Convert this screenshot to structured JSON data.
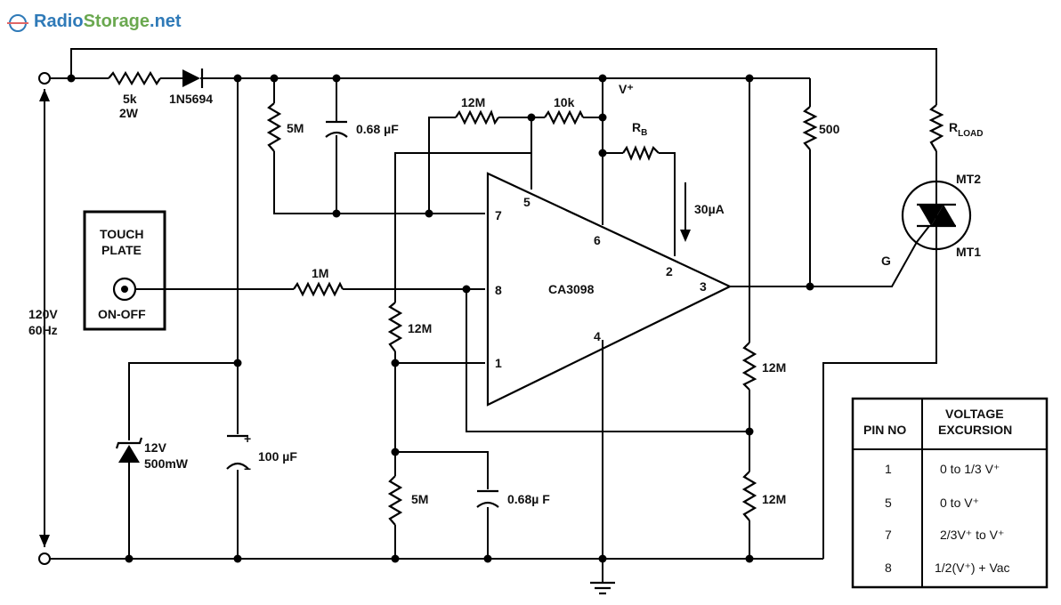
{
  "brand": {
    "name_a": "Radio",
    "name_b": "Storage",
    "name_c": ".net"
  },
  "labels": {
    "r_5k_value": "5k",
    "r_5k_power": "2W",
    "diode": "1N5694",
    "r_5m_top": "5M",
    "c_top": "0.68 µF",
    "r_12m_top": "12M",
    "r_10k": "10k",
    "vplus": "V⁺",
    "rset": "R",
    "rset_sub": "B",
    "current": "30µA",
    "r_500": "500",
    "rload": "R",
    "rload_sub": "LOAD",
    "mt2": "MT2",
    "mt1": "MT1",
    "gate": "G",
    "touch_line1": "TOUCH",
    "touch_line2": "PLATE",
    "touch_line3": "ON-OFF",
    "r_1m": "1M",
    "ic": "CA3098",
    "pin7": "7",
    "pin5": "5",
    "pin6": "6",
    "pin2": "2",
    "pin3": "3",
    "pin8": "8",
    "pin1": "1",
    "pin4": "4",
    "r_12m_mid": "12M",
    "r_12m_right1": "12M",
    "r_12m_right2": "12M",
    "mains_line1": "120V",
    "mains_line2": "60Hz",
    "zener_line1": "12V",
    "zener_line2": "500mW",
    "c_100": "100 µF",
    "cap_plus": "+",
    "cap_minus": "−",
    "r_5m_bottom": "5M",
    "c_bottom": "0.68µ F"
  },
  "table": {
    "col1": "PIN NO",
    "col2_line1": "VOLTAGE",
    "col2_line2": "EXCURSION",
    "rows": [
      {
        "pin": "1",
        "value": "0 to 1/3 V⁺"
      },
      {
        "pin": "5",
        "value": "0 to V⁺"
      },
      {
        "pin": "7",
        "value": "2/3V⁺  to V⁺"
      },
      {
        "pin": "8",
        "value": "1/2(V⁺) + Vac"
      }
    ]
  }
}
